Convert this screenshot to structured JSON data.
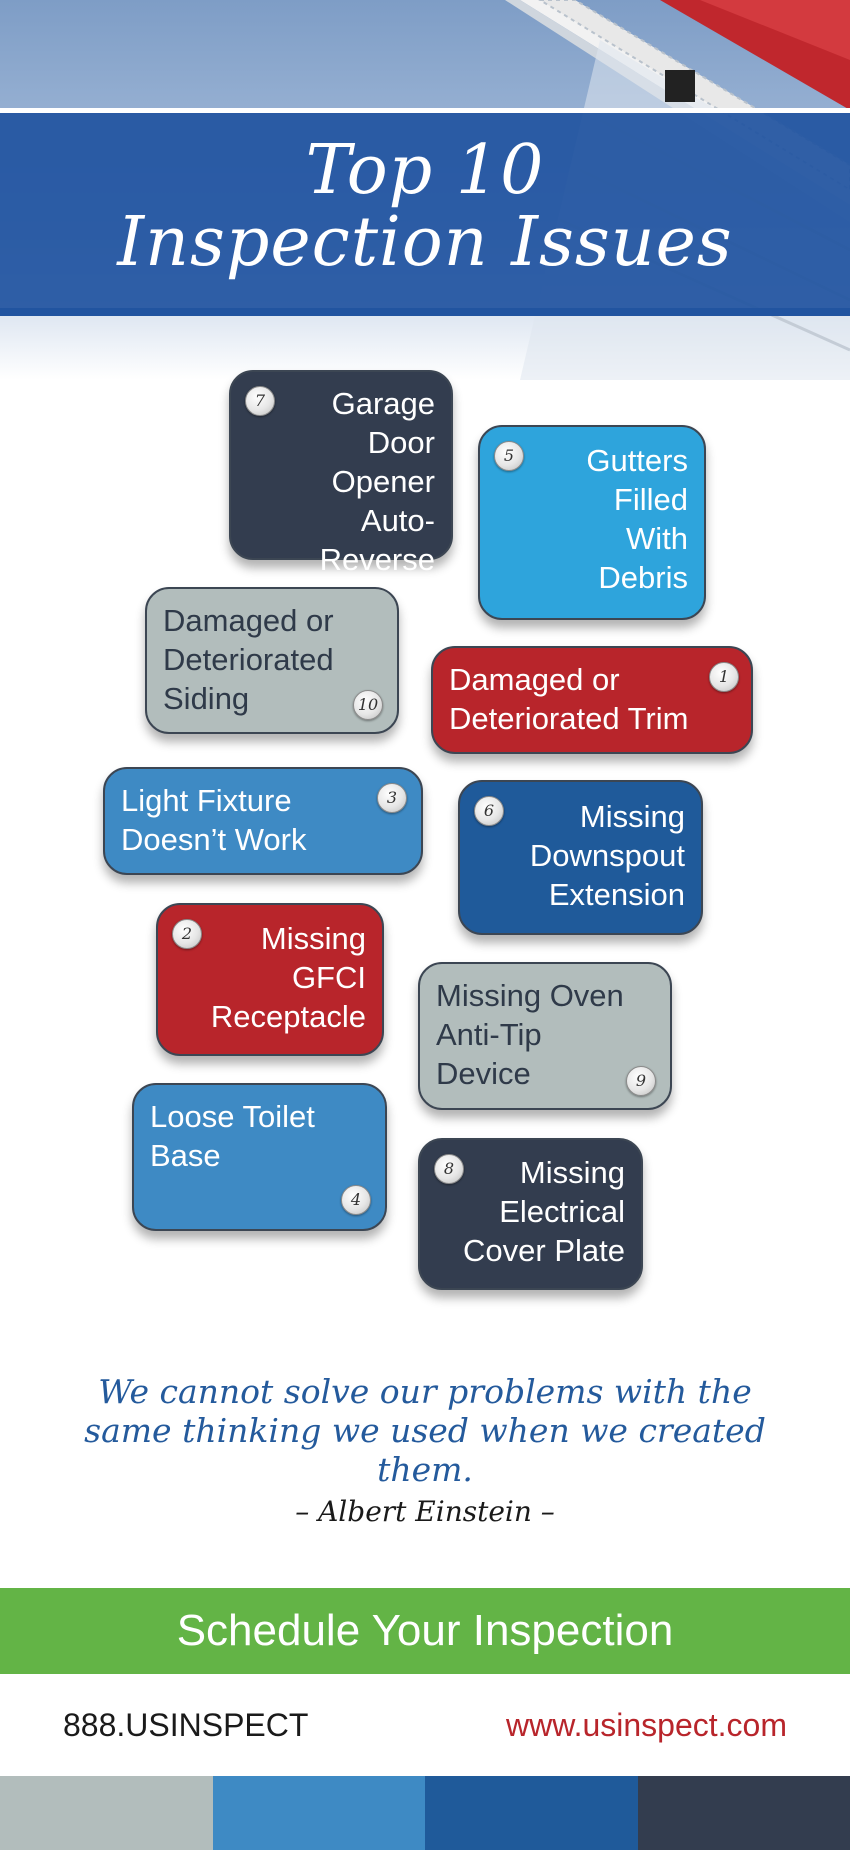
{
  "title": {
    "line1": "Top 10",
    "line2": "Inspection Issues"
  },
  "issues": [
    {
      "number": "7",
      "text": "Garage\nDoor\nOpener\nAuto-Reverse",
      "color": "#333d4f"
    },
    {
      "number": "5",
      "text": "Gutters\nFilled\nWith\nDebris",
      "color": "#2ea4dc"
    },
    {
      "number": "10",
      "text": "Damaged or\nDeteriorated\nSiding",
      "color": "#b2bdbc"
    },
    {
      "number": "1",
      "text": "Damaged or\nDeteriorated Trim",
      "color": "#b8252b"
    },
    {
      "number": "3",
      "text": "Light Fixture\nDoesn’t Work",
      "color": "#3e8ac4"
    },
    {
      "number": "6",
      "text": "Missing\nDownspout\nExtension",
      "color": "#1f5a9a"
    },
    {
      "number": "2",
      "text": "Missing\nGFCI\nReceptacle",
      "color": "#b8252b"
    },
    {
      "number": "9",
      "text": "Missing Oven\nAnti-Tip\nDevice",
      "color": "#b2bdbc"
    },
    {
      "number": "4",
      "text": "Loose Toilet\nBase",
      "color": "#3e8ac4"
    },
    {
      "number": "8",
      "text": "Missing\nElectrical\nCover Plate",
      "color": "#333d4f"
    }
  ],
  "quote": {
    "text": "We cannot solve our problems with the same thinking we used when we created them.",
    "author": "– Albert Einstein –"
  },
  "footer": {
    "cta_label": "Schedule Your Inspection",
    "phone": "888.USINSPECT",
    "website": "www.usinspect.com",
    "swatch_colors": [
      "#b2bdbc",
      "#3e8ac4",
      "#1f5a9a",
      "#333d4f"
    ]
  },
  "colors": {
    "brand_blue": "#2154a0",
    "green": "#63b446",
    "red": "#b8252b"
  }
}
